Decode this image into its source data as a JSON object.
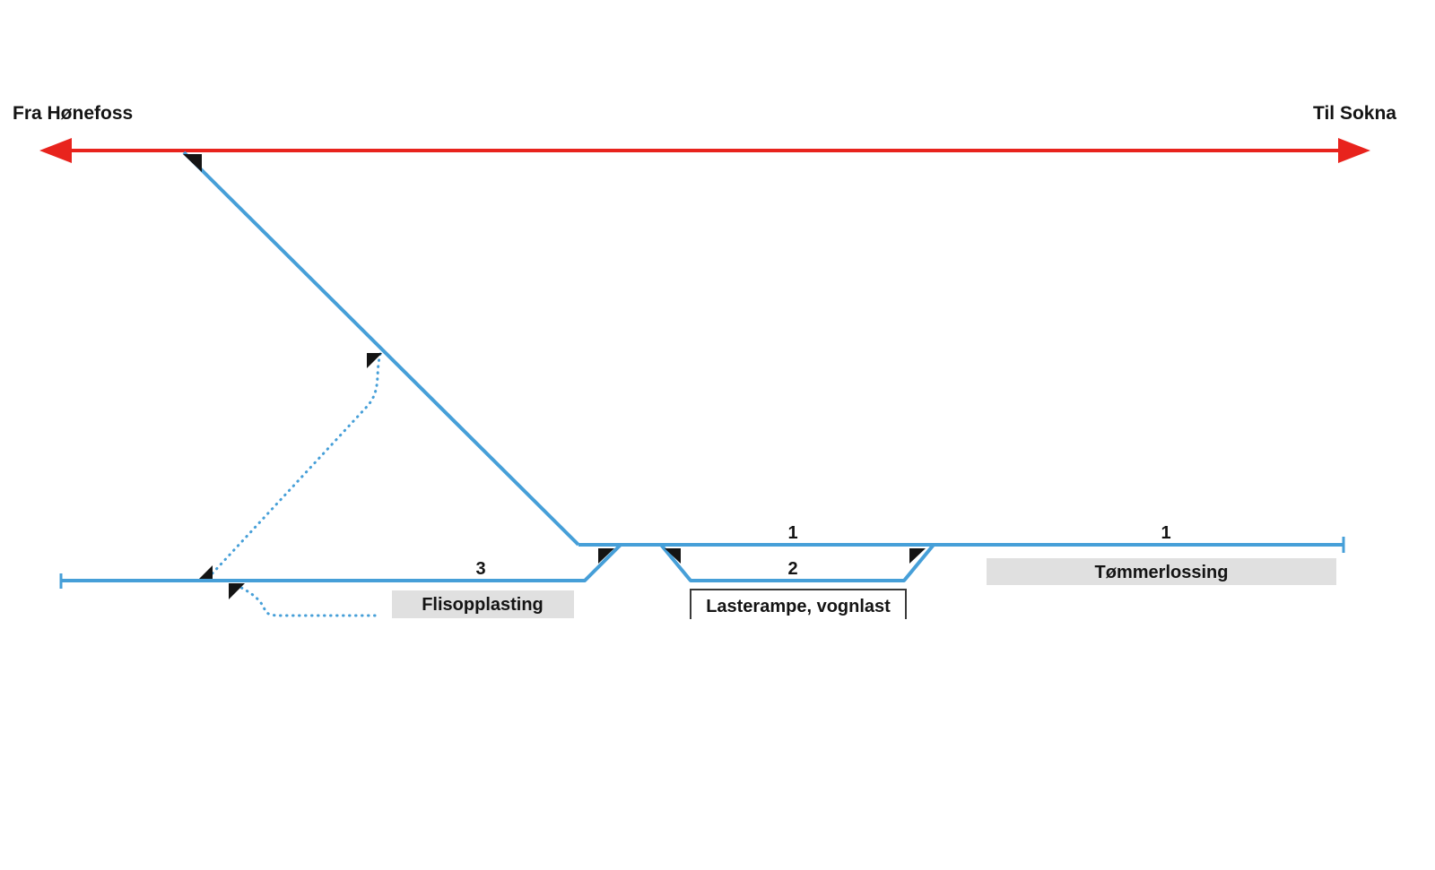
{
  "endpoints": {
    "from": "Fra Hønefoss",
    "to": "Til Sokna"
  },
  "track_labels": {
    "track1_center": "1",
    "track1_east": "1",
    "track2": "2",
    "track3": "3"
  },
  "area_labels": {
    "flisopplasting": "Flisopplasting",
    "lasterampe": "Lasterampe, vognlast",
    "tommerlossing": "Tømmerlossing"
  },
  "colors": {
    "main_line": "#e8231d",
    "track": "#469fd8",
    "marker": "#141414",
    "label_box": "#e0e0e0",
    "text": "#141414"
  }
}
